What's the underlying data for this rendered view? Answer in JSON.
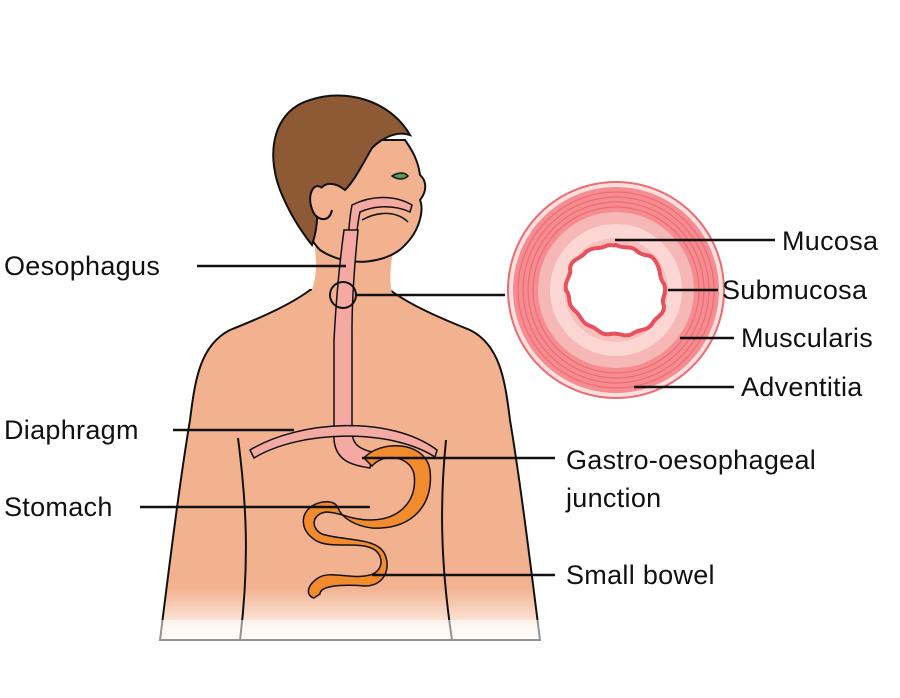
{
  "diagram": {
    "subject": "Oesophagus anatomy with cross-section",
    "labels": {
      "oesophagus": "Oesophagus",
      "diaphragm": "Diaphragm",
      "stomach": "Stomach",
      "gastro_line1": "Gastro-oesophageal",
      "gastro_line2": "junction",
      "small_bowel": "Small bowel",
      "mucosa": "Mucosa",
      "submucosa": "Submucosa",
      "muscularis": "Muscularis",
      "adventitia": "Adventitia"
    },
    "colors": {
      "skin": "#f2b28f",
      "hair": "#8e5a35",
      "oesophagus": "#f4a9a3",
      "stomach": "#f28a2e",
      "cross_section_outer": "#ef6b73",
      "mucosa_line": "#e8505e",
      "submucosa": "#f8c9c6"
    }
  }
}
